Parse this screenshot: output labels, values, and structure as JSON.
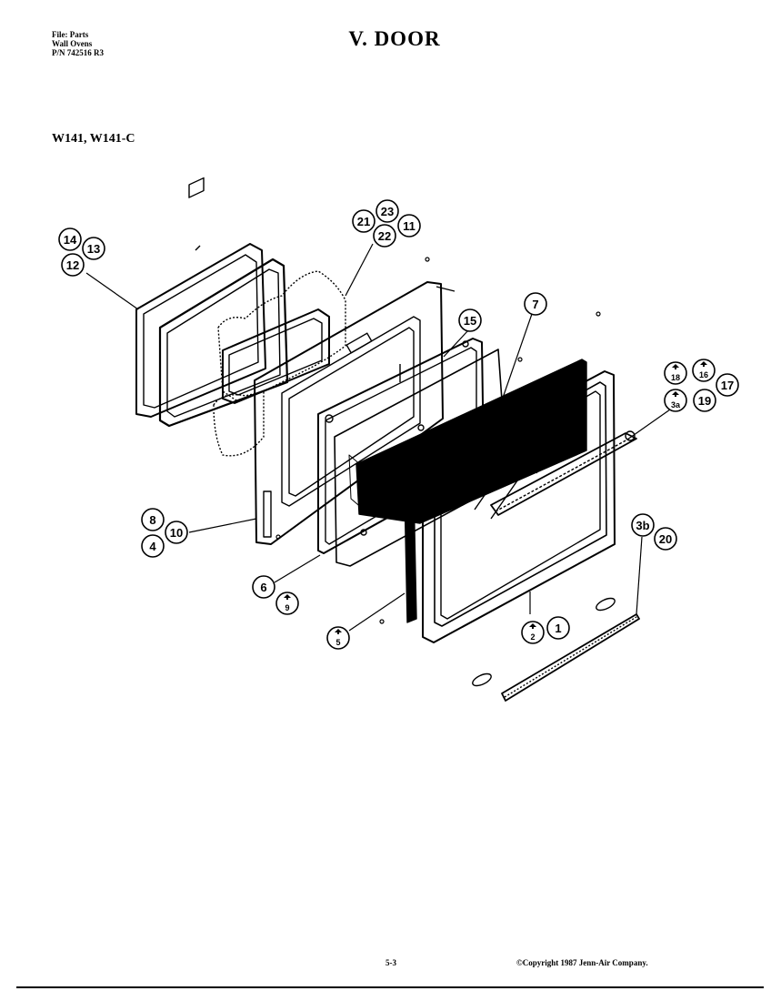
{
  "header": {
    "file_line": "File: Parts",
    "category_line": "Wall Ovens",
    "pn_line": "P/N 742516 R3",
    "title": "V.  DOOR"
  },
  "models": "W141, W141-C",
  "footer": {
    "page": "5-3",
    "copyright": "©Copyright 1987 Jenn-Air Company."
  },
  "callouts": [
    {
      "id": "14",
      "mark": false
    },
    {
      "id": "13",
      "mark": false
    },
    {
      "id": "12",
      "mark": false
    },
    {
      "id": "23",
      "mark": false
    },
    {
      "id": "21",
      "mark": false
    },
    {
      "id": "22",
      "mark": false
    },
    {
      "id": "11",
      "mark": false
    },
    {
      "id": "15",
      "mark": false
    },
    {
      "id": "7",
      "mark": false
    },
    {
      "id": "18",
      "mark": true
    },
    {
      "id": "16",
      "mark": true
    },
    {
      "id": "3a",
      "mark": true
    },
    {
      "id": "19",
      "mark": false
    },
    {
      "id": "17",
      "mark": false
    },
    {
      "id": "8",
      "mark": false
    },
    {
      "id": "4",
      "mark": false
    },
    {
      "id": "10",
      "mark": false
    },
    {
      "id": "6",
      "mark": false
    },
    {
      "id": "9",
      "mark": true
    },
    {
      "id": "5",
      "mark": true
    },
    {
      "id": "2",
      "mark": true
    },
    {
      "id": "1",
      "mark": false
    },
    {
      "id": "3b",
      "mark": false
    },
    {
      "id": "20",
      "mark": false
    }
  ]
}
